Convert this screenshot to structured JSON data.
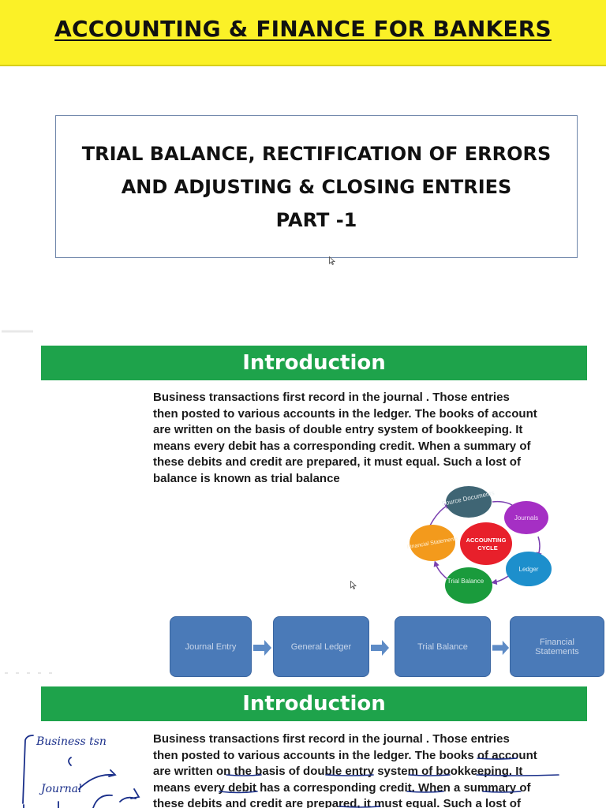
{
  "header": {
    "title": "ACCOUNTING & FINANCE FOR BANKERS"
  },
  "title_box": {
    "line1": "TRIAL BALANCE, RECTIFICATION OF ERRORS",
    "line2": "AND ADJUSTING & CLOSING ENTRIES",
    "line3": "PART -1"
  },
  "slide1": {
    "heading": "Introduction",
    "paragraph": [
      "Business transactions first record in the journal . Those entries",
      "then posted to various accounts in the ledger. The books of account",
      "are written on the basis of double entry system of bookkeeping. It",
      "means every debit has a corresponding credit. When a summary of",
      "these debits and credit are prepared, it must equal. Such a lost of",
      "balance is known as trial balance"
    ],
    "cycle": {
      "center": "ACCOUNTING CYCLE",
      "nodes": [
        "Source Documents",
        "Journals",
        "Ledger",
        "Trial Balance",
        "Financial Statements"
      ]
    },
    "flow": [
      "Journal Entry",
      "General Ledger",
      "Trial Balance",
      "Financial Statements"
    ]
  },
  "slide2": {
    "heading": "Introduction",
    "paragraph": [
      "Business transactions first record in the journal . Those entries",
      "then posted to various accounts in the ledger. The books of account",
      "are written on the basis of double entry system of bookkeeping. It",
      "means every debit has a corresponding credit. When a summary of",
      "these debits and credit are prepared, it must equal. Such a lost of"
    ],
    "handwriting": [
      "Business tsn",
      "Journal"
    ]
  },
  "colors": {
    "banner": "#fbf127",
    "green_bar": "#1ea34b",
    "flow_box": "#4a7ab8",
    "box_border": "#6f86aa"
  }
}
